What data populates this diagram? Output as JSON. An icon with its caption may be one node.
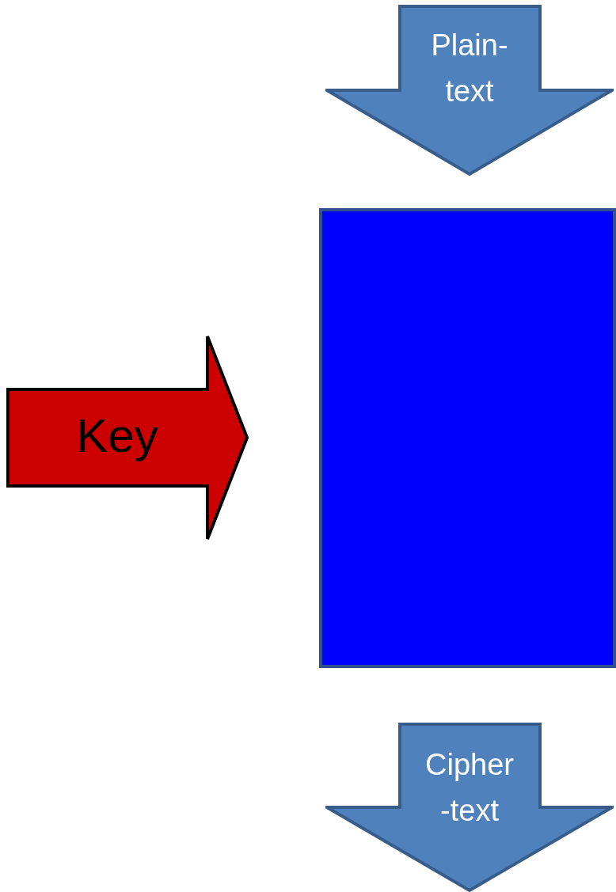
{
  "diagram": {
    "nodes": [
      {
        "text": [
          "Plain- text"
        ]
      },
      {
        "text": [],
        "shape": "box"
      },
      {
        "text": [
          "Key"
        ]
      },
      {
        "text": [
          "Cipher -text"
        ]
      }
    ]
  }
}
